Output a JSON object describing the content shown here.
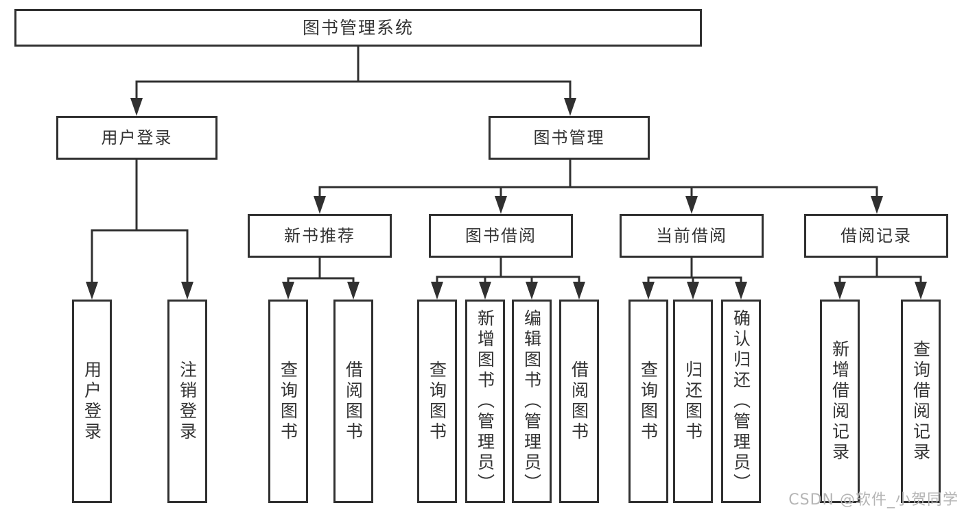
{
  "nodes": {
    "root": {
      "label": "图书管理系统"
    },
    "level2": [
      {
        "label": "用户登录"
      },
      {
        "label": "图书管理"
      }
    ],
    "level3": [
      {
        "label": "新书推荐",
        "parent": "图书管理"
      },
      {
        "label": "图书借阅",
        "parent": "图书管理"
      },
      {
        "label": "当前借阅",
        "parent": "图书管理"
      },
      {
        "label": "借阅记录",
        "parent": "图书管理"
      }
    ],
    "leaves": [
      {
        "label": "用户登录",
        "parent": "用户登录"
      },
      {
        "label": "注销登录",
        "parent": "用户登录"
      },
      {
        "label": "查询图书",
        "parent": "新书推荐"
      },
      {
        "label": "借阅图书",
        "parent": "新书推荐"
      },
      {
        "label": "查询图书",
        "parent": "图书借阅"
      },
      {
        "label": "新增图书（管理员）",
        "parent": "图书借阅"
      },
      {
        "label": "编辑图书（管理员）",
        "parent": "图书借阅"
      },
      {
        "label": "借阅图书",
        "parent": "图书借阅"
      },
      {
        "label": "查询图书",
        "parent": "当前借阅"
      },
      {
        "label": "归还图书",
        "parent": "当前借阅"
      },
      {
        "label": "确认归还（管理员）",
        "parent": "当前借阅"
      },
      {
        "label": "新增借阅记录",
        "parent": "借阅记录"
      },
      {
        "label": "查询借阅记录",
        "parent": "借阅记录"
      }
    ]
  },
  "watermark": {
    "text": "CSDN @软件_小贺同学"
  },
  "colors": {
    "line": "#303030",
    "box_border": "#303030",
    "text": "#333333",
    "watermark": "#b5b5b5",
    "background": "#ffffff"
  }
}
